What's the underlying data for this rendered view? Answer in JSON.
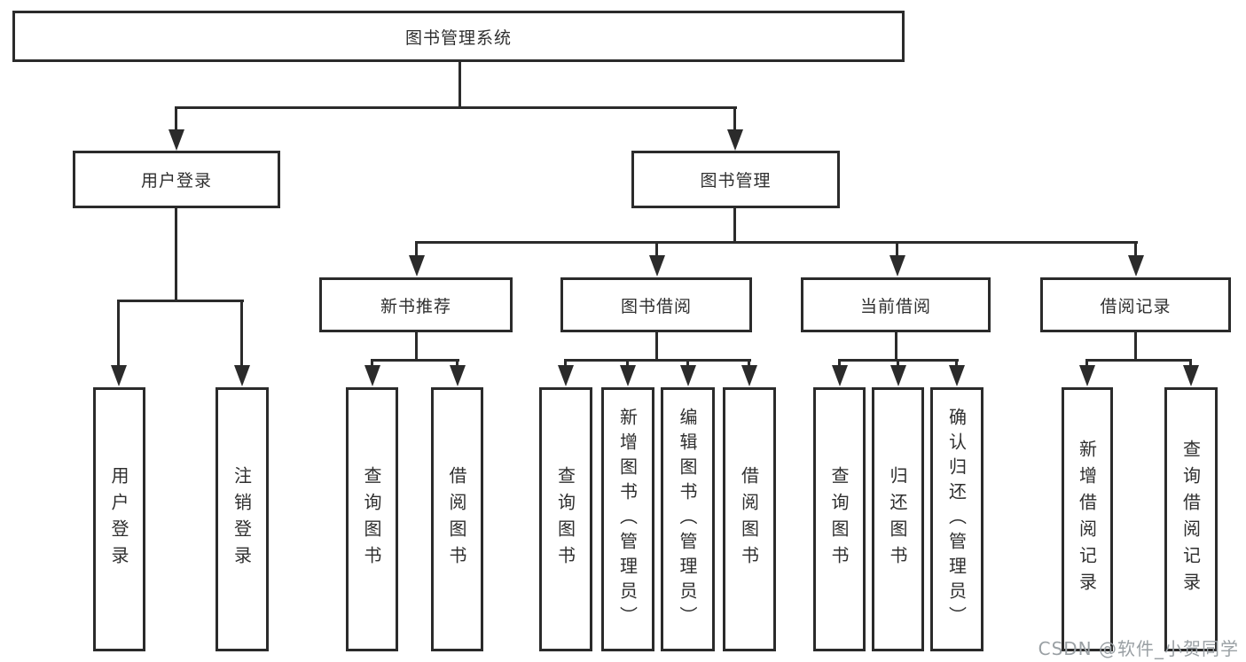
{
  "nodes": {
    "root": "图书管理系统",
    "user_login_group": "用户登录",
    "book_mgmt_group": "图书管理",
    "new_book_recommend": "新书推荐",
    "book_borrow": "图书借阅",
    "current_borrow": "当前借阅",
    "borrow_records": "借阅记录",
    "leaf_user_login": "用户登录",
    "leaf_logout": "注销登录",
    "leaf_rec_query_books": "查询图书",
    "leaf_rec_borrow_books": "借阅图书",
    "leaf_bb_query_books": "查询图书",
    "leaf_bb_add_books_admin": "新增图书（管理员）",
    "leaf_bb_edit_books_admin": "编辑图书（管理员）",
    "leaf_bb_borrow_books": "借阅图书",
    "leaf_cb_query_books": "查询图书",
    "leaf_cb_return_books": "归还图书",
    "leaf_cb_confirm_return_admin": "确认归还（管理员）",
    "leaf_br_add_record": "新增借阅记录",
    "leaf_br_query_record": "查询借阅记录"
  },
  "watermark": "CSDN @软件_小贺同学",
  "colors": {
    "line": "#2b2b2b",
    "text": "#2f2f2f",
    "background": "#ffffff",
    "watermark": "#9aa0a4"
  }
}
